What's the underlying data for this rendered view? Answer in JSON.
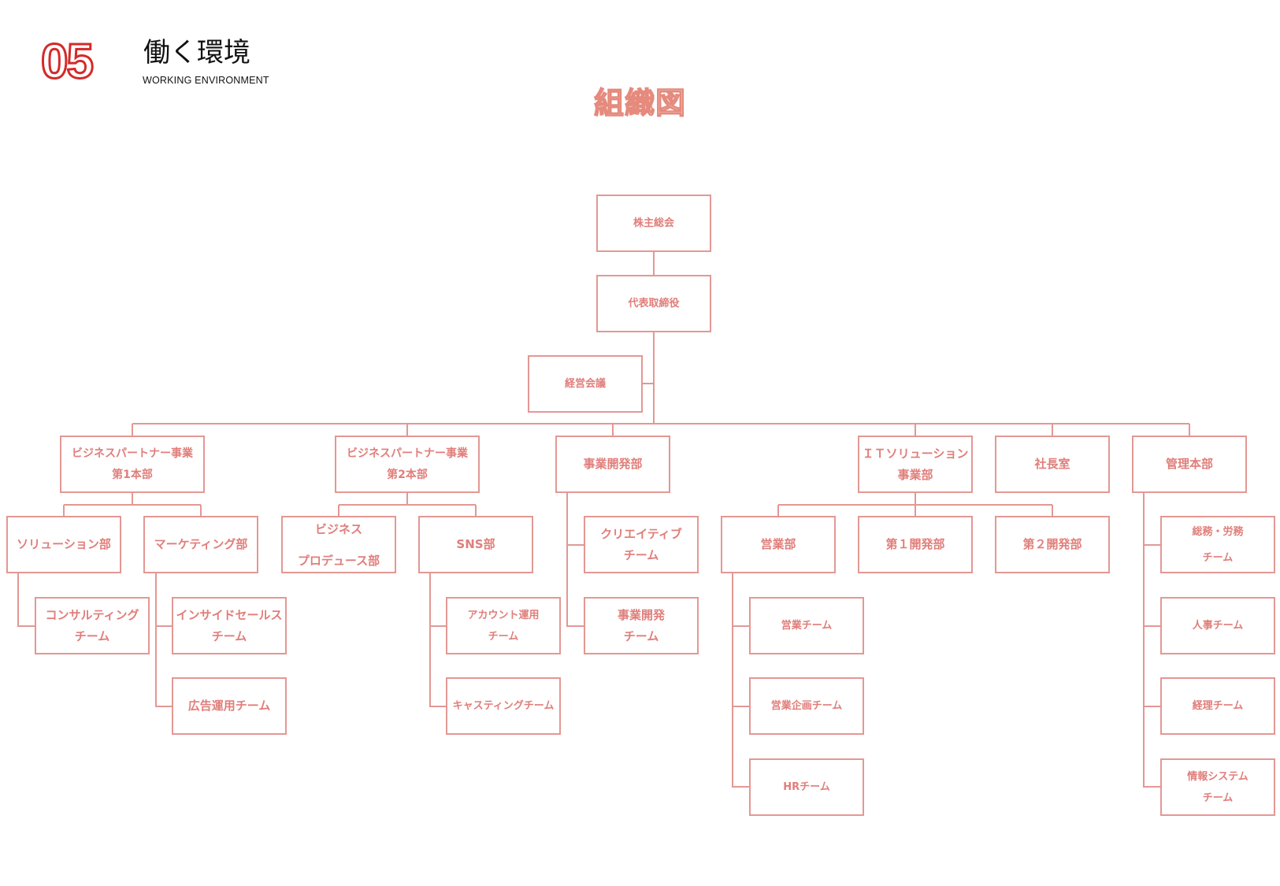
{
  "header": {
    "section_number": "05",
    "section_title": "働く環境",
    "section_subtitle": "WORKING ENVIRONMENT"
  },
  "chart_title": "組織図",
  "colors": {
    "accent_red": "#d42a2a",
    "box_border": "#e39894",
    "box_text": "#e07e7a",
    "line": "#e39894"
  },
  "org": {
    "shareholders": "株主総会",
    "ceo": "代表取締役",
    "management_meeting": "経営会議",
    "bp1": "ビジネスパートナー事業\n第1本部",
    "bp1_solution": "ソリューション部",
    "bp1_consulting": "コンサルティング\nチーム",
    "bp1_marketing": "マーケティング部",
    "bp1_insidesales": "インサイドセールス\nチーム",
    "bp1_ads": "広告運用チーム",
    "bp2": "ビジネスパートナー事業\n第2本部",
    "bp2_bizproduce": "ビジネス\nプロデュース部",
    "bp2_sns": "SNS部",
    "bp2_account": "アカウント運用\nチーム",
    "bp2_casting": "キャスティングチーム",
    "bizdev": "事業開発部",
    "bizdev_creative": "クリエイティブ\nチーム",
    "bizdev_team": "事業開発\nチーム",
    "its": "ＩＴソリューション\n事業部",
    "its_sales": "営業部",
    "its_dev1": "第１開発部",
    "its_dev2": "第２開発部",
    "its_salesteam": "営業チーム",
    "its_salesplan": "営業企画チーム",
    "its_hr": "HRチーム",
    "president_office": "社長室",
    "admin": "管理本部",
    "admin_general": "総務・労務\nチーム",
    "admin_hr": "人事チーム",
    "admin_accounting": "経理チーム",
    "admin_infosys": "情報システム\nチーム"
  }
}
